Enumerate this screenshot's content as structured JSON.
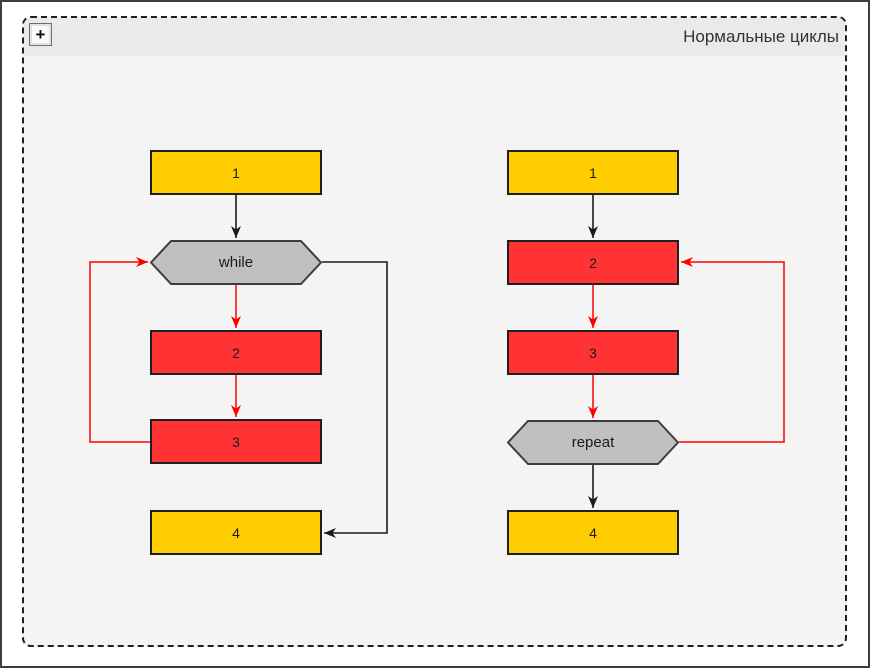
{
  "frame": {
    "title": "Нормальные циклы",
    "expand_glyph": "+"
  },
  "colors": {
    "node_yellow": "#FFCC00",
    "node_red": "#FF3333",
    "node_gray": "#C0C0C0",
    "node_border": "#1F1F1F",
    "edge_black": "#1A1A1A",
    "edge_red": "#FF0000",
    "frame_background": "#F4F4F4",
    "titlebar_background": "#EAEAEA"
  },
  "flowcharts": {
    "left": {
      "nodes": [
        {
          "id": "1",
          "label": "1",
          "shape": "rect",
          "color": "yellow"
        },
        {
          "id": "while",
          "label": "while",
          "shape": "hexagon",
          "color": "gray"
        },
        {
          "id": "2",
          "label": "2",
          "shape": "rect",
          "color": "red"
        },
        {
          "id": "3",
          "label": "3",
          "shape": "rect",
          "color": "red"
        },
        {
          "id": "4",
          "label": "4",
          "shape": "rect",
          "color": "yellow"
        }
      ],
      "edges": [
        {
          "from": "1",
          "to": "while",
          "color": "black",
          "route": "straight-down"
        },
        {
          "from": "while",
          "to": "2",
          "color": "red",
          "route": "straight-down"
        },
        {
          "from": "2",
          "to": "3",
          "color": "red",
          "route": "straight-down"
        },
        {
          "from": "3",
          "to": "while",
          "color": "red",
          "route": "loop-back-left"
        },
        {
          "from": "while",
          "to": "4",
          "color": "black",
          "route": "exit-branch-right"
        }
      ]
    },
    "right": {
      "nodes": [
        {
          "id": "1",
          "label": "1",
          "shape": "rect",
          "color": "yellow"
        },
        {
          "id": "2",
          "label": "2",
          "shape": "rect",
          "color": "red"
        },
        {
          "id": "3",
          "label": "3",
          "shape": "rect",
          "color": "red"
        },
        {
          "id": "repeat",
          "label": "repeat",
          "shape": "hexagon",
          "color": "gray"
        },
        {
          "id": "4",
          "label": "4",
          "shape": "rect",
          "color": "yellow"
        }
      ],
      "edges": [
        {
          "from": "1",
          "to": "2",
          "color": "black",
          "route": "straight-down"
        },
        {
          "from": "2",
          "to": "3",
          "color": "red",
          "route": "straight-down"
        },
        {
          "from": "3",
          "to": "repeat",
          "color": "red",
          "route": "straight-down"
        },
        {
          "from": "repeat",
          "to": "2",
          "color": "red",
          "route": "loop-back-right"
        },
        {
          "from": "repeat",
          "to": "4",
          "color": "black",
          "route": "straight-down"
        }
      ]
    }
  }
}
